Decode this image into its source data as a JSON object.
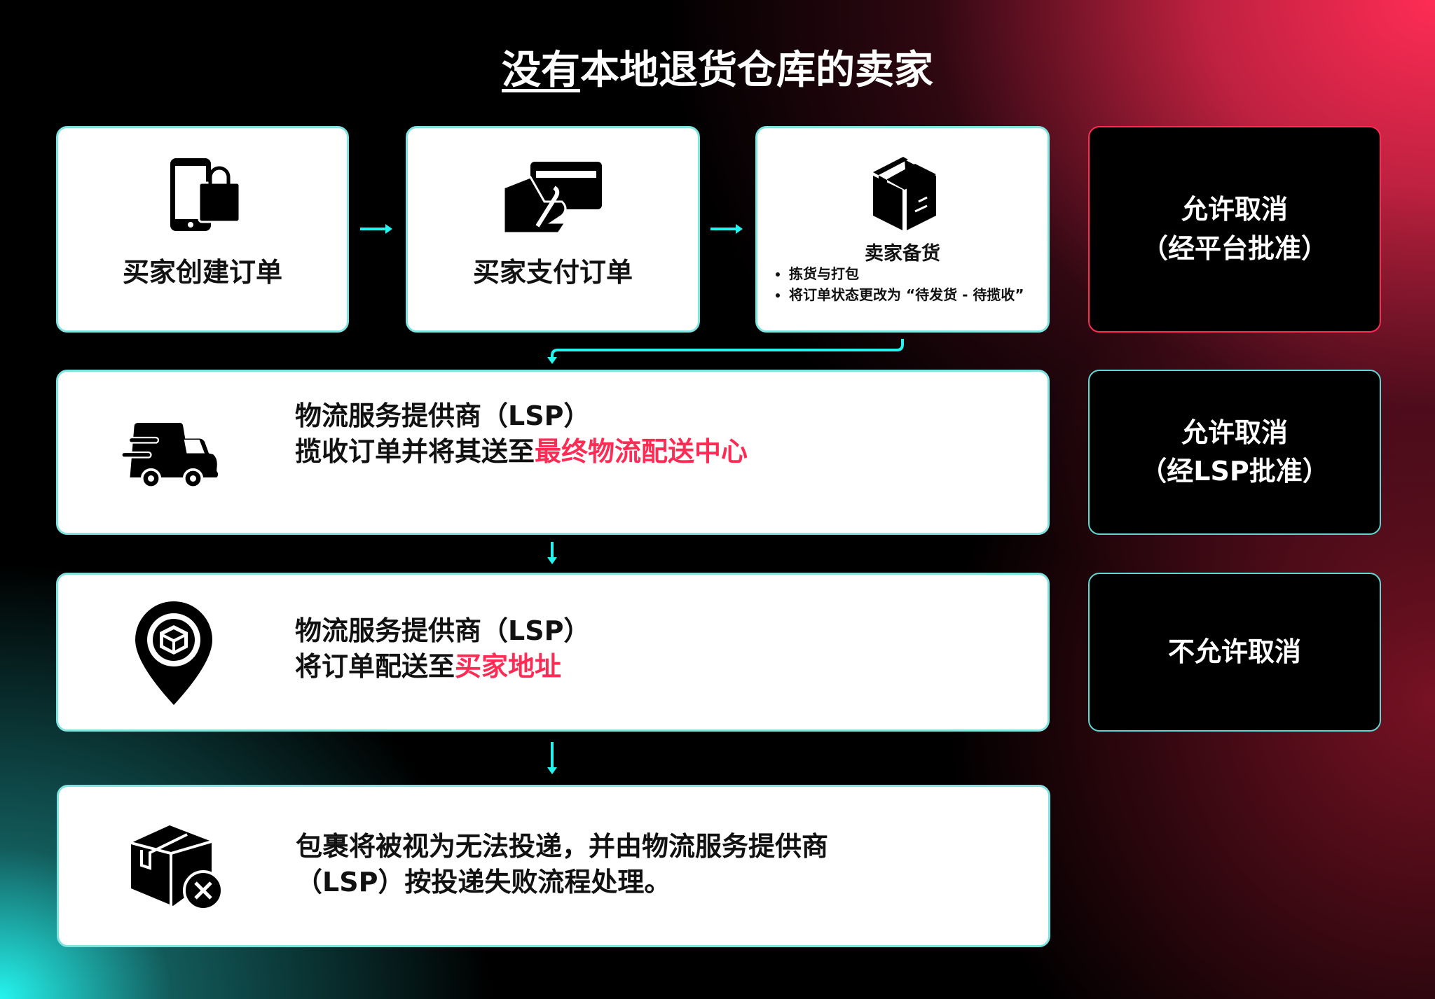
{
  "title": {
    "underlined": "没有",
    "rest": "本地退货仓库的卖家"
  },
  "steps": [
    {
      "label": "买家创建订单",
      "icon": "phone-shopping-bag-icon"
    },
    {
      "label": "买家支付订单",
      "icon": "hand-card-payment-icon"
    },
    {
      "label": "卖家备货",
      "icon": "package-box-icon",
      "bullets": [
        "拣货与打包",
        "将订单状态更改为 “待发货 - 待揽收”"
      ]
    }
  ],
  "rows": [
    {
      "line1": "物流服务提供商（LSP）",
      "line2_prefix": "揽收订单并将其送至",
      "line2_highlight": "最终物流配送中心",
      "icon": "delivery-truck-icon"
    },
    {
      "line1": "物流服务提供商（LSP）",
      "line2_prefix": "将订单配送至",
      "line2_highlight": "买家地址",
      "icon": "location-pin-box-icon"
    },
    {
      "line1": "包裹将被视为无法投递，并由物流服务提供商",
      "line2_prefix": "（LSP）按投递失败流程处理。",
      "line2_highlight": "",
      "icon": "package-failed-icon"
    }
  ],
  "cancel_status": [
    {
      "line1": "允许取消",
      "line2": "（经平台批准）"
    },
    {
      "line1": "允许取消",
      "line2": "（经LSP批准）"
    },
    {
      "line1": "不允许取消",
      "line2": ""
    }
  ],
  "colors": {
    "highlight": "#fe2c55",
    "accent": "#25f4ee",
    "border": "#7fe3e0"
  }
}
